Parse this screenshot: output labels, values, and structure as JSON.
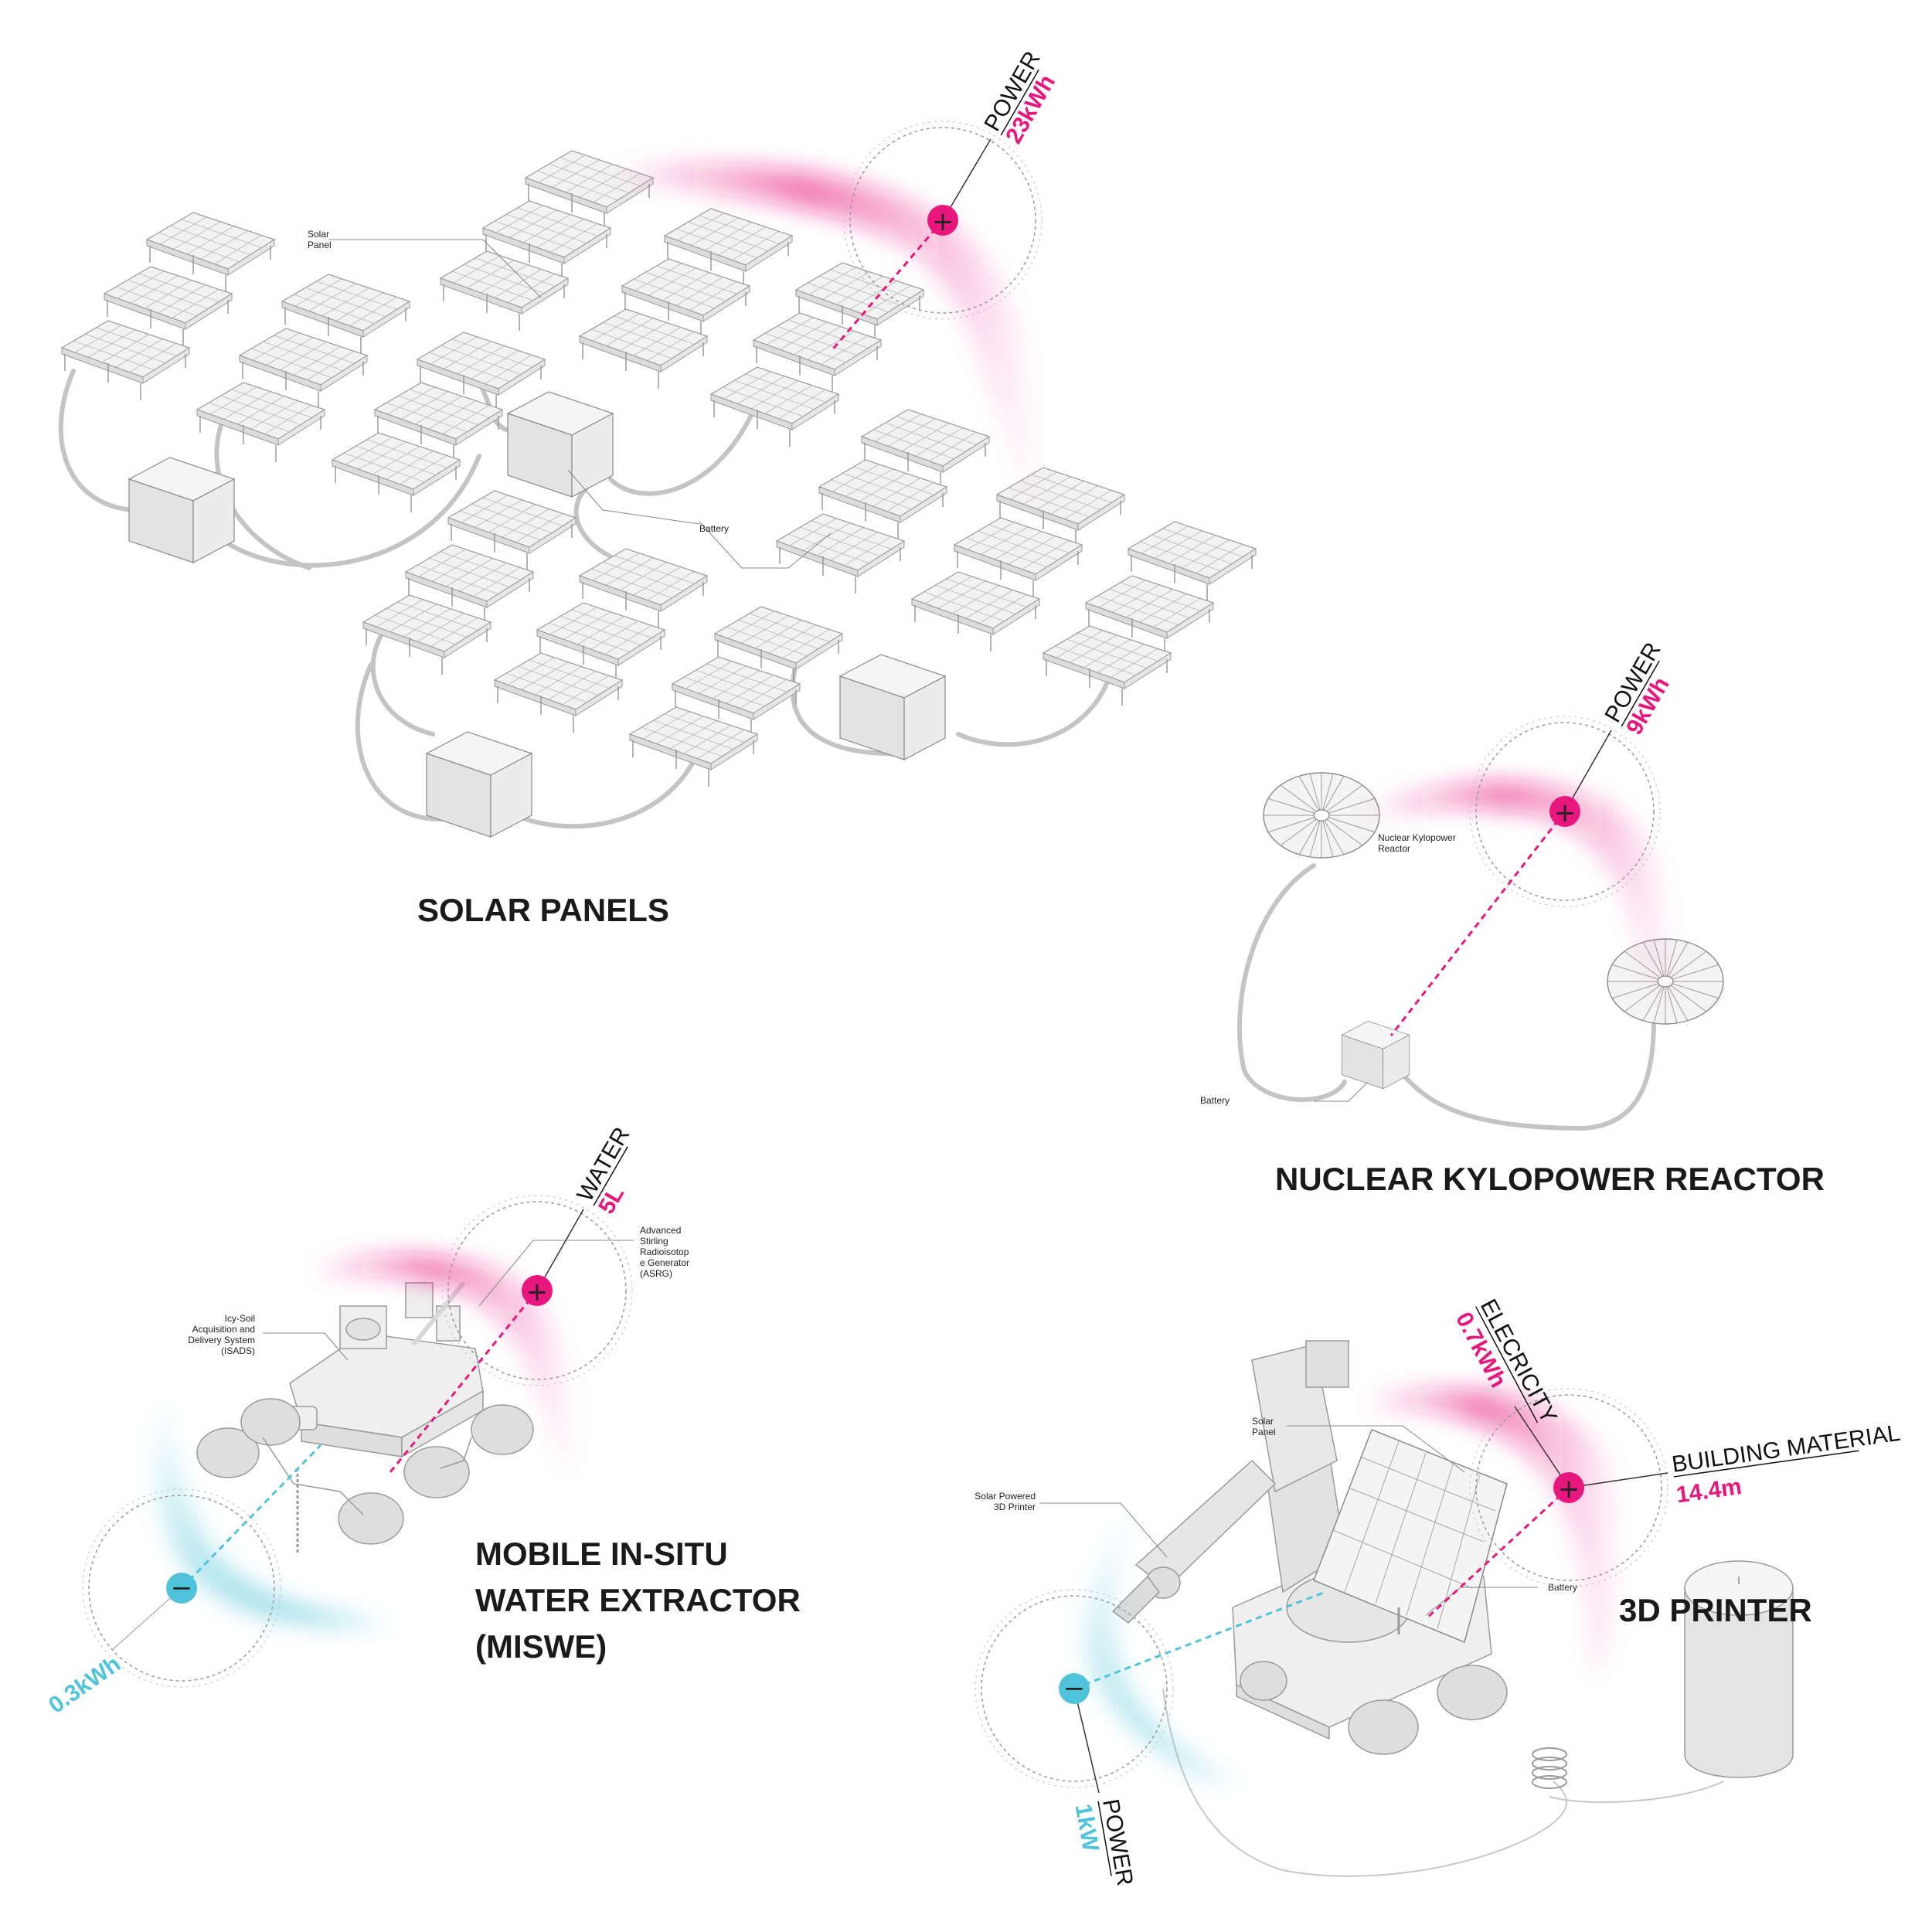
{
  "colors": {
    "output": "#e8177d",
    "input": "#4fc3d9",
    "line": "#555555"
  },
  "solar": {
    "title": "SOLAR PANELS",
    "label_panel": "Solar\nPanel",
    "label_battery": "Battery",
    "metric": {
      "name": "POWER",
      "value": "23kWh"
    },
    "icon": "plus-icon"
  },
  "nuclear": {
    "title": "NUCLEAR KYLOPOWER REACTOR",
    "label_reactor": "Nuclear Kylopower\nReactor",
    "label_battery": "Battery",
    "metric": {
      "name": "POWER",
      "value": "9kWh"
    },
    "icon": "plus-icon"
  },
  "miswe": {
    "title": [
      "MOBILE IN-SITU",
      "WATER EXTRACTOR",
      "(MISWE)"
    ],
    "label_asrg": "Advanced\nStirling\nRadioisotop\ne Generator\n(ASRG)",
    "label_isads": "Icy-Soil\nAcquisition and\nDelivery System\n(ISADS)",
    "output": {
      "name": "WATER",
      "value": "5L"
    },
    "input": {
      "value": "0.3kWh"
    },
    "icon_out": "plus-icon",
    "icon_in": "minus-icon"
  },
  "printer": {
    "title": "3D PRINTER",
    "label_panel": "Solar\nPanel",
    "label_printer": "Solar Powered\n3D Printer",
    "label_battery": "Battery",
    "output_elec": {
      "name": "ELECRICITY",
      "value": "0.7kWh"
    },
    "output_mat": {
      "name": "BUILDING MATERIAL",
      "value": "14.4m"
    },
    "input": {
      "name": "POWER",
      "value": "1kW"
    },
    "icon_out": "plus-icon",
    "icon_in": "minus-icon"
  }
}
